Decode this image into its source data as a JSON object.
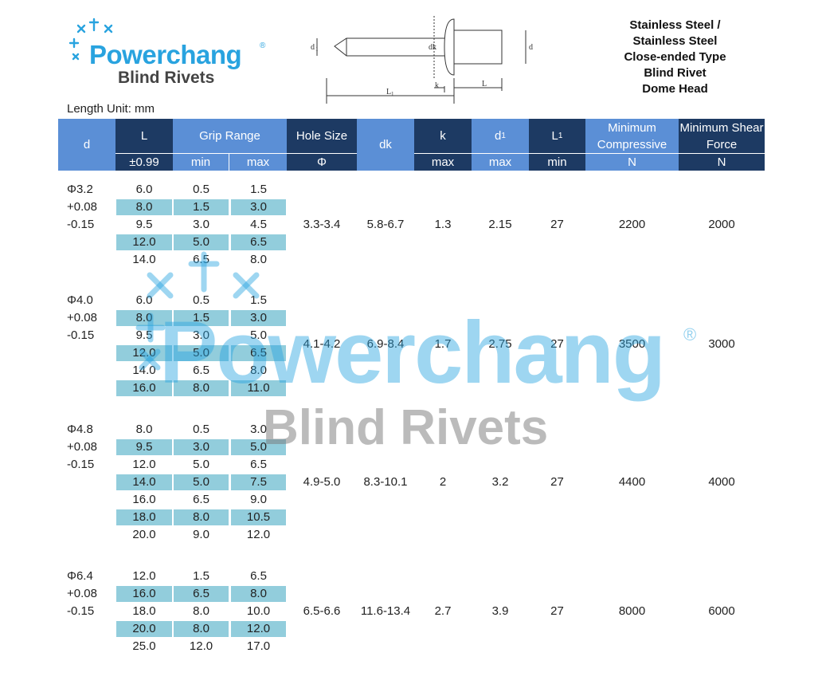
{
  "brand": {
    "name": "Powerchang",
    "reg": "®",
    "subtitle": "Blind Rivets"
  },
  "length_unit": "Length Unit: mm",
  "product_title": [
    "Stainless Steel /",
    "Stainless Steel",
    "Close-ended Type",
    "Blind Rivet",
    "Dome Head"
  ],
  "diagram_labels": {
    "d1": "d",
    "d1_sub": "1",
    "dk": "dk",
    "d": "d",
    "k": "k",
    "L": "L",
    "L1": "L",
    "L1_sub": "1"
  },
  "header": {
    "d": "d",
    "L": "L",
    "L_tol": "±0.99",
    "grip": "Grip Range",
    "grip_min": "min",
    "grip_max": "max",
    "hole": "Hole Size",
    "hole_sub": "Φ",
    "dk": "dk",
    "k": "k",
    "k_sub": "max",
    "d1": "d",
    "d1_idx": "1",
    "d1_sub": "max",
    "L1": "L",
    "L1_idx": "1",
    "L1_sub": "min",
    "comp": "Minimum Compressive",
    "comp_sub": "N",
    "shear": "Minimum Shear Force",
    "shear_sub": "N"
  },
  "groups": [
    {
      "d": "Φ3.2",
      "tol_plus": "+0.08",
      "tol_minus": "-0.15",
      "rows": [
        [
          "6.0",
          "0.5",
          "1.5"
        ],
        [
          "8.0",
          "1.5",
          "3.0"
        ],
        [
          "9.5",
          "3.0",
          "4.5"
        ],
        [
          "12.0",
          "5.0",
          "6.5"
        ],
        [
          "14.0",
          "6.5",
          "8.0"
        ]
      ],
      "hole": "3.3-3.4",
      "dk": "5.8-6.7",
      "k": "1.3",
      "d1": "2.15",
      "L1": "27",
      "comp": "2200",
      "shear": "2000"
    },
    {
      "d": "Φ4.0",
      "tol_plus": "+0.08",
      "tol_minus": "-0.15",
      "rows": [
        [
          "6.0",
          "0.5",
          "1.5"
        ],
        [
          "8.0",
          "1.5",
          "3.0"
        ],
        [
          "9.5",
          "3.0",
          "5.0"
        ],
        [
          "12.0",
          "5.0",
          "6.5"
        ],
        [
          "14.0",
          "6.5",
          "8.0"
        ],
        [
          "16.0",
          "8.0",
          "11.0"
        ]
      ],
      "hole": "4.1-4.2",
      "dk": "6.9-8.4",
      "k": "1.7",
      "d1": "2.75",
      "L1": "27",
      "comp": "3500",
      "shear": "3000"
    },
    {
      "d": "Φ4.8",
      "tol_plus": "+0.08",
      "tol_minus": "-0.15",
      "rows": [
        [
          "8.0",
          "0.5",
          "3.0"
        ],
        [
          "9.5",
          "3.0",
          "5.0"
        ],
        [
          "12.0",
          "5.0",
          "6.5"
        ],
        [
          "14.0",
          "5.0",
          "7.5"
        ],
        [
          "16.0",
          "6.5",
          "9.0"
        ],
        [
          "18.0",
          "8.0",
          "10.5"
        ],
        [
          "20.0",
          "9.0",
          "12.0"
        ]
      ],
      "hole": "4.9-5.0",
      "dk": "8.3-10.1",
      "k": "2",
      "d1": "3.2",
      "L1": "27",
      "comp": "4400",
      "shear": "4000"
    },
    {
      "d": "Φ6.4",
      "tol_plus": "+0.08",
      "tol_minus": "-0.15",
      "rows": [
        [
          "12.0",
          "1.5",
          "6.5"
        ],
        [
          "16.0",
          "6.5",
          "8.0"
        ],
        [
          "18.0",
          "8.0",
          "10.0"
        ],
        [
          "20.0",
          "8.0",
          "12.0"
        ],
        [
          "25.0",
          "12.0",
          "17.0"
        ]
      ],
      "hole": "6.5-6.6",
      "dk": "11.6-13.4",
      "k": "2.7",
      "d1": "3.9",
      "L1": "27",
      "comp": "8000",
      "shear": "6000"
    }
  ],
  "colors": {
    "header_light": "#5b8fd6",
    "header_dark": "#1d3a63",
    "stripe": "#92cddc",
    "brand_blue": "#29a3df",
    "brand_gray": "#444444"
  }
}
